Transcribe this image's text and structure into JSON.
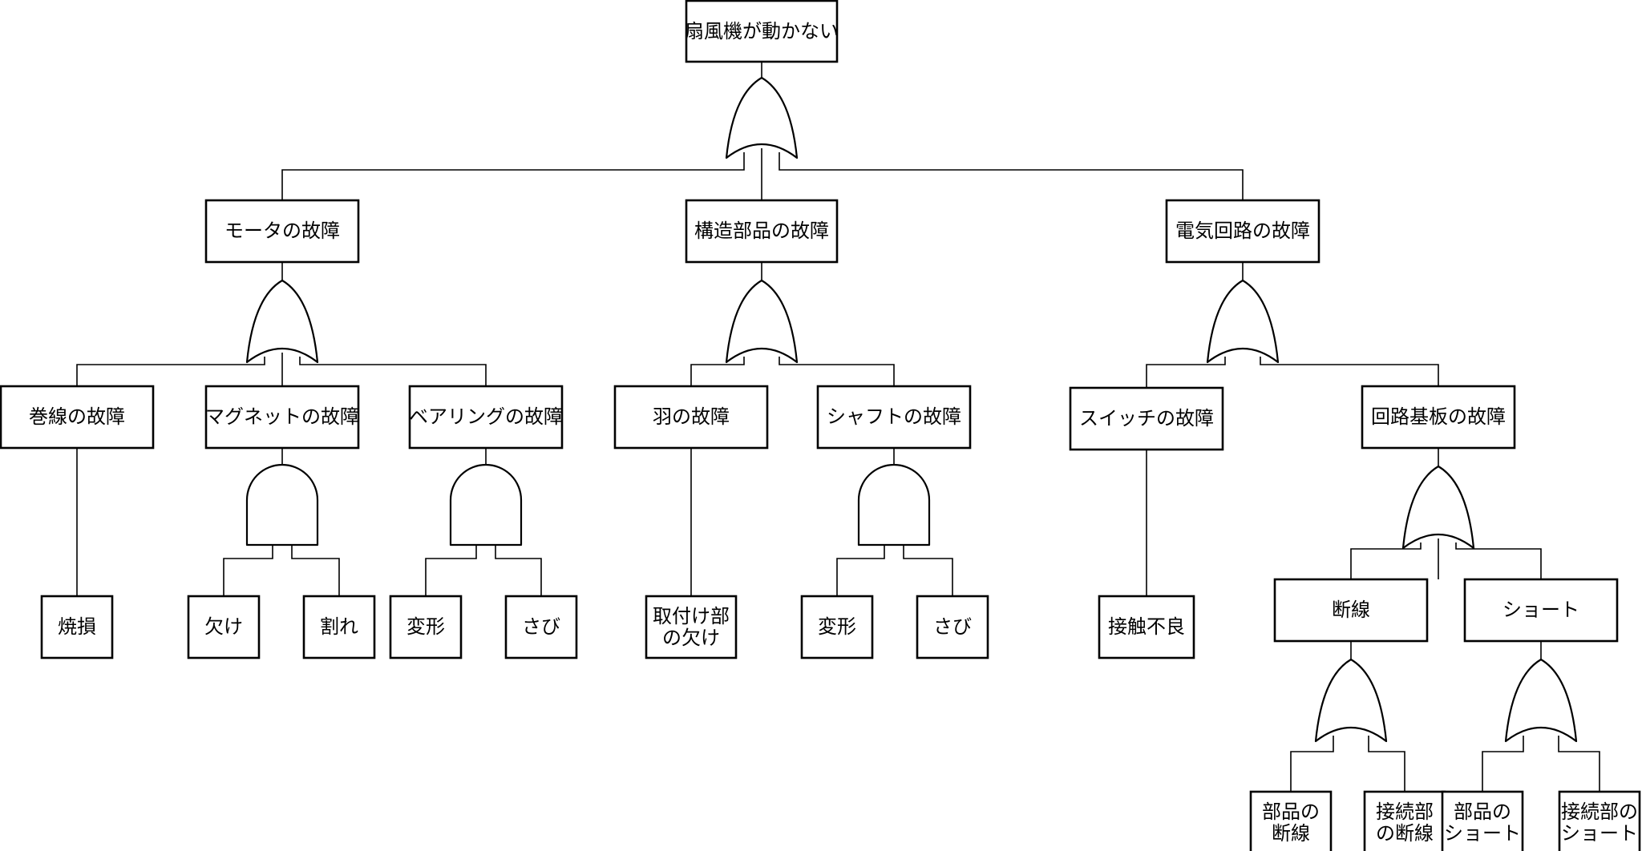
{
  "diagram": {
    "type": "fault-tree",
    "events": {
      "top": "扇風機が動かない",
      "motor": "モータの故障",
      "structure": "構造部品の故障",
      "electric": "電気回路の故障",
      "winding": "巻線の故障",
      "magnet": "マグネットの故障",
      "bearing": "ベアリングの故障",
      "blade": "羽の故障",
      "shaft": "シャフトの故障",
      "switch": "スイッチの故障",
      "circuit_board": "回路基板の故障",
      "burnout": "焼損",
      "chip": "欠け",
      "crack": "割れ",
      "bearing_deform": "変形",
      "bearing_rust": "さび",
      "mount_chip": [
        "取付け部",
        "の欠け"
      ],
      "shaft_deform": "変形",
      "shaft_rust": "さび",
      "contact_fail": "接触不良",
      "disconnect": "断線",
      "short": "ショート",
      "part_disconnect": [
        "部品の",
        "断線"
      ],
      "joint_disconnect": [
        "接続部",
        "の断線"
      ],
      "part_short": [
        "部品の",
        "ショート"
      ],
      "joint_short": [
        "接続部の",
        "ショート"
      ]
    },
    "gates": {
      "top": "or",
      "motor": "or",
      "structure": "or",
      "electric": "or",
      "magnet": "and",
      "bearing": "and",
      "shaft": "and",
      "circuit_board": "or",
      "disconnect": "or",
      "short": "or"
    }
  }
}
